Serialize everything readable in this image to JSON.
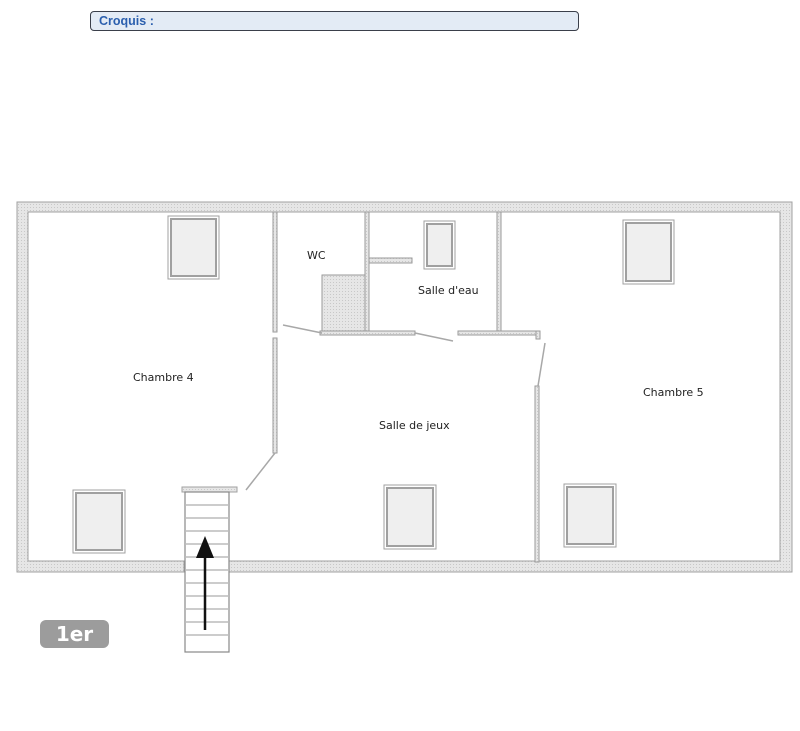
{
  "header": {
    "label": "Croquis :"
  },
  "plan": {
    "level": "1er",
    "rooms": [
      {
        "id": "chambre-4",
        "label": "Chambre 4"
      },
      {
        "id": "wc",
        "label": "WC"
      },
      {
        "id": "salle-deau",
        "label": "Salle d'eau"
      },
      {
        "id": "salle-de-jeux",
        "label": "Salle de jeux"
      },
      {
        "id": "chambre-5",
        "label": "Chambre 5"
      }
    ],
    "staircase": {
      "direction": "up"
    },
    "colors": {
      "wall_fill": "#e2e2e2",
      "wall_line": "#9a9a9a",
      "window_fill": "#efefef",
      "badge": "#9c9c9c",
      "header_text": "#2b5fae",
      "header_bg": "#e3ebf5"
    }
  }
}
